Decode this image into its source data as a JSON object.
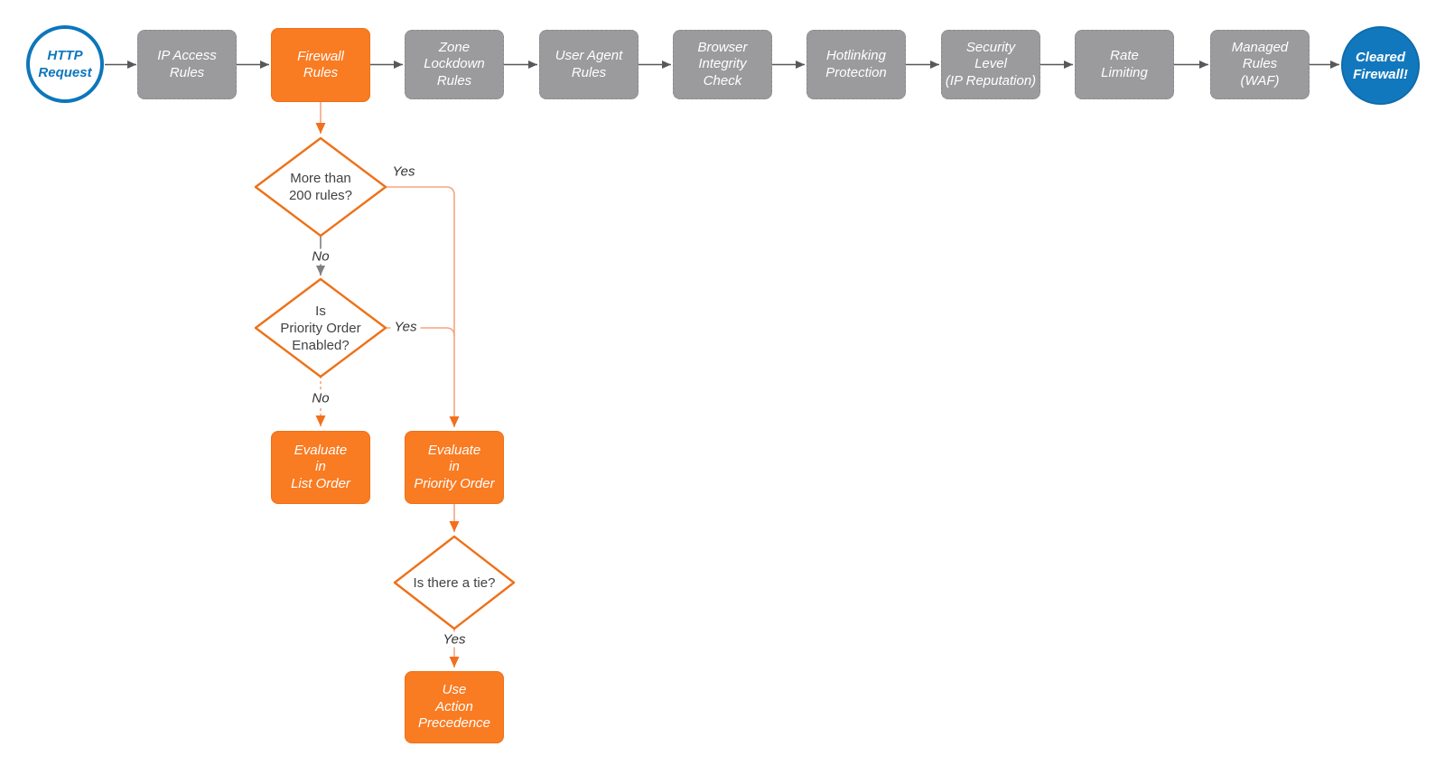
{
  "flow": {
    "start": {
      "lines": [
        "HTTP",
        "Request"
      ]
    },
    "steps": [
      {
        "id": "ip-access-rules",
        "lines": [
          "IP Access",
          "Rules"
        ],
        "highlight": false
      },
      {
        "id": "firewall-rules",
        "lines": [
          "Firewall",
          "Rules"
        ],
        "highlight": true
      },
      {
        "id": "zone-lockdown-rules",
        "lines": [
          "Zone",
          "Lockdown",
          "Rules"
        ],
        "highlight": false
      },
      {
        "id": "user-agent-rules",
        "lines": [
          "User Agent",
          "Rules"
        ],
        "highlight": false
      },
      {
        "id": "browser-integrity-check",
        "lines": [
          "Browser",
          "Integrity",
          "Check"
        ],
        "highlight": false
      },
      {
        "id": "hotlinking-protection",
        "lines": [
          "Hotlinking",
          "Protection"
        ],
        "highlight": false
      },
      {
        "id": "security-level",
        "lines": [
          "Security",
          "Level",
          "(IP Reputation)"
        ],
        "highlight": false
      },
      {
        "id": "rate-limiting",
        "lines": [
          "Rate",
          "Limiting"
        ],
        "highlight": false
      },
      {
        "id": "managed-rules-waf",
        "lines": [
          "Managed",
          "Rules",
          "(WAF)"
        ],
        "highlight": false
      }
    ],
    "end": {
      "lines": [
        "Cleared",
        "Firewall!"
      ]
    }
  },
  "decisions": {
    "more_than_200": {
      "lines": [
        "More than",
        "200 rules?"
      ]
    },
    "priority_enabled": {
      "lines": [
        "Is",
        "Priority Order",
        "Enabled?"
      ]
    },
    "tie": {
      "lines": [
        "Is there a tie?"
      ]
    }
  },
  "actions": {
    "list_order": {
      "lines": [
        "Evaluate",
        "in",
        "List Order"
      ]
    },
    "priority_order": {
      "lines": [
        "Evaluate",
        "in",
        "Priority Order"
      ]
    },
    "action_precedence": {
      "lines": [
        "Use",
        "Action",
        "Precedence"
      ]
    }
  },
  "edge_labels": {
    "yes_more_than_200": "Yes",
    "no_more_than_200": "No",
    "yes_priority_enabled": "Yes",
    "no_priority_enabled": "No",
    "yes_tie": "Yes"
  },
  "colors": {
    "accent_blue": "#0d76bc",
    "end_circle_fill": "#1278bd",
    "process_gray": "#9b9b9d",
    "highlight_orange": "#f97b22",
    "diamond_stroke": "#ee7118",
    "connector_dark": "#58585a",
    "connector_gray": "#7f7f7f",
    "connector_salmon": "#f7a480",
    "arrowhead_orange": "#f2701d",
    "text_dark": "#414244",
    "text_white": "#ffffff"
  }
}
